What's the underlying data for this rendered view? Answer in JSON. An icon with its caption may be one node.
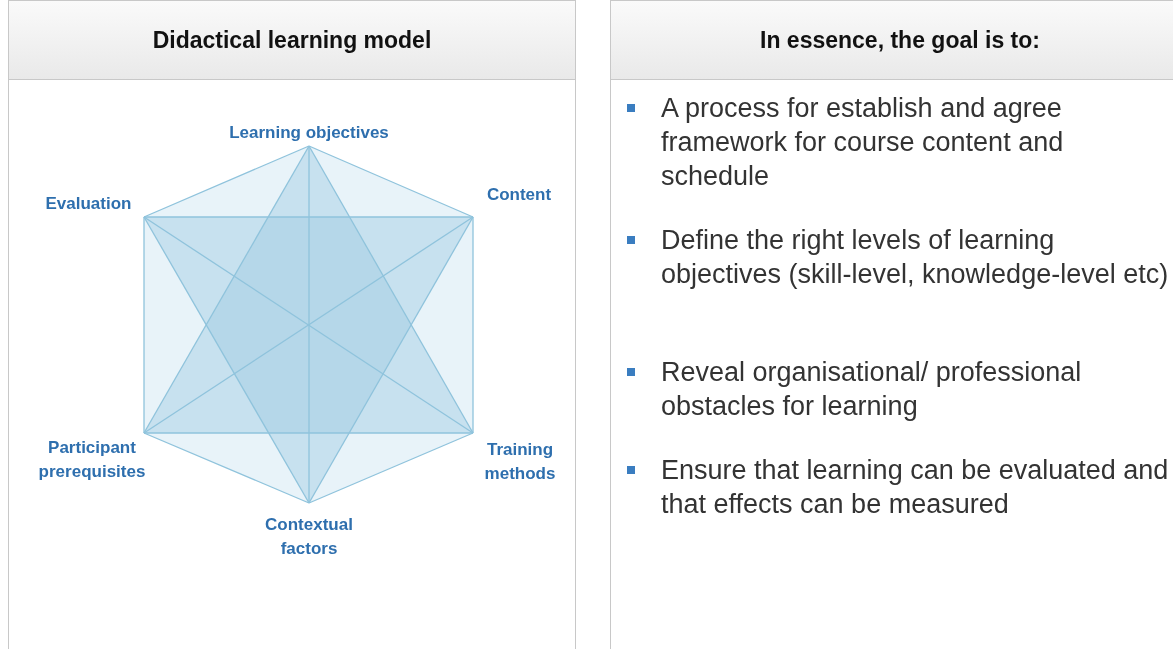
{
  "diagram": {
    "nodes": [
      {
        "text": [
          "Didactical learning model"
        ]
      },
      {
        "text": [
          "Learning objectives"
        ],
        "in": 0
      },
      {
        "text": [
          "Content"
        ],
        "in": 0
      },
      {
        "text": [
          "Evaluation"
        ],
        "in": 0
      },
      {
        "text": [
          "Participant prerequisites"
        ],
        "in": 0
      },
      {
        "text": [
          "Training methods"
        ],
        "in": 0
      },
      {
        "text": [
          "Contextual factors"
        ],
        "in": 0
      },
      {
        "text": [
          "In essence, the goal is to:",
          "A process for establish and agree framework for course content and schedule",
          "Define the right levels of learning objectives (skill-level, knowledge-level etc)",
          "Reveal organisational/ professional obstacles for learning",
          "Ensure that learning can be evaluated and that effects can be measured"
        ]
      }
    ],
    "edges": [
      {
        "from": 1,
        "to": 2,
        "arrow": "none"
      },
      {
        "from": 2,
        "to": 5,
        "arrow": "none"
      },
      {
        "from": 5,
        "to": 6,
        "arrow": "none"
      },
      {
        "from": 6,
        "to": 4,
        "arrow": "none"
      },
      {
        "from": 4,
        "to": 3,
        "arrow": "none"
      },
      {
        "from": 3,
        "to": 1,
        "arrow": "none"
      },
      {
        "from": 1,
        "to": 5,
        "arrow": "none"
      },
      {
        "from": 5,
        "to": 4,
        "arrow": "none"
      },
      {
        "from": 4,
        "to": 1,
        "arrow": "none"
      },
      {
        "from": 3,
        "to": 2,
        "arrow": "none"
      },
      {
        "from": 2,
        "to": 6,
        "arrow": "none"
      },
      {
        "from": 6,
        "to": 3,
        "arrow": "none"
      },
      {
        "from": 1,
        "to": 6,
        "arrow": "none"
      },
      {
        "from": 3,
        "to": 5,
        "arrow": "none"
      },
      {
        "from": 2,
        "to": 4,
        "arrow": "none"
      }
    ]
  }
}
